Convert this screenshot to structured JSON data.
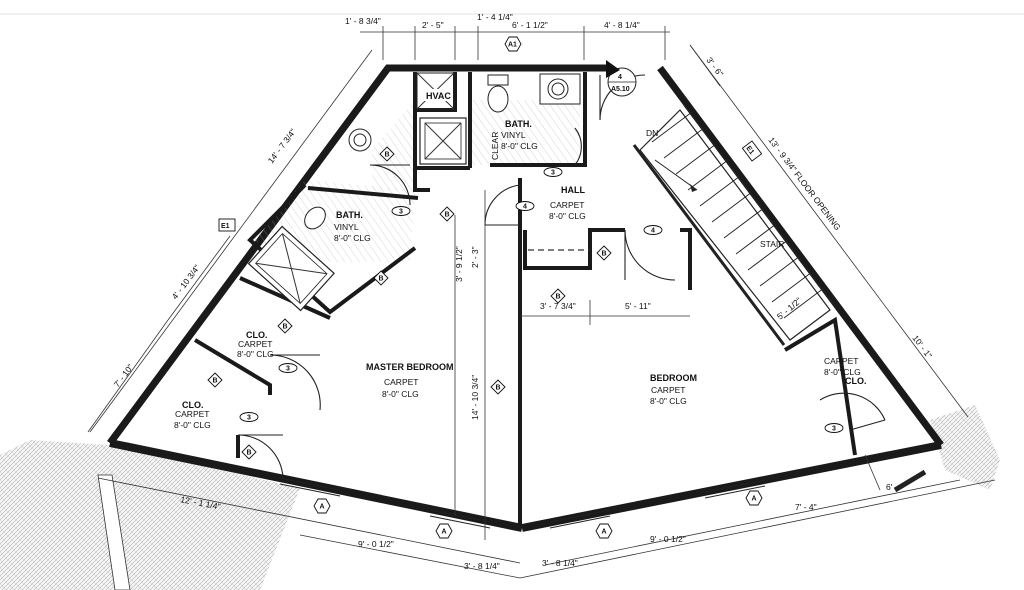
{
  "rooms": {
    "master_bedroom": {
      "name": "MASTER BEDROOM",
      "floor": "CARPET",
      "ceiling": "8'-0\" CLG"
    },
    "bedroom": {
      "name": "BEDROOM",
      "floor": "CARPET",
      "ceiling": "8'-0\" CLG"
    },
    "hall": {
      "name": "HALL",
      "floor": "CARPET",
      "ceiling": "8'-0\" CLG"
    },
    "bath_upper": {
      "name": "BATH.",
      "floor": "VINYL",
      "ceiling": "8'-0\" CLG"
    },
    "bath_lower": {
      "name": "BATH.",
      "floor": "VINYL",
      "ceiling": "8'-0\" CLG"
    },
    "closet_upper": {
      "name": "CLO.",
      "floor": "CARPET",
      "ceiling": "8'-0\" CLG"
    },
    "closet_lower": {
      "name": "CLO.",
      "floor": "CARPET",
      "ceiling": "8'-0\" CLG"
    },
    "closet_right": {
      "name": "CLO.",
      "floor": "CARPET",
      "ceiling": "8'-0\" CLG"
    },
    "hvac": {
      "name": "HVAC"
    }
  },
  "labels": {
    "stair": "STAIR",
    "down": "DN",
    "clear": "CLEAR",
    "floor_opening": "13' - 9 3/4\" FLOOR OPENING",
    "detail_ref": "A5.10",
    "detail_num": "4"
  },
  "dimensions": {
    "top": [
      "1' - 8 3/4\"",
      "2' - 5\"",
      "1' - 4 1/4\"",
      "6' - 1 1/2\"",
      "4' - 8 1/4\""
    ],
    "left_side": [
      "14' - 7 3/4\"",
      "4' - 10 3/4\"",
      "7' - 10\""
    ],
    "right_side": [
      "3' - 6\"",
      "10' - 1\"",
      "6'"
    ],
    "bottom": [
      "12' - 1 1/4\"",
      "9' - 0 1/2\"",
      "3' - 8 1/4\"",
      "3' - 8 1/4\"",
      "9' - 0 1/2\"",
      "7' - 4\""
    ],
    "interior": [
      "3' - 9 1/2\"",
      "2' - 3\"",
      "14' - 10 3/4\"",
      "3' - 7 3/4\"",
      "5' - 11\"",
      "5' - 1/2\""
    ]
  },
  "tags": {
    "wall_type": "B",
    "window_type": "A",
    "elevation": "E1",
    "section_a1": "A1",
    "door_3": "3",
    "door_4": "4"
  }
}
